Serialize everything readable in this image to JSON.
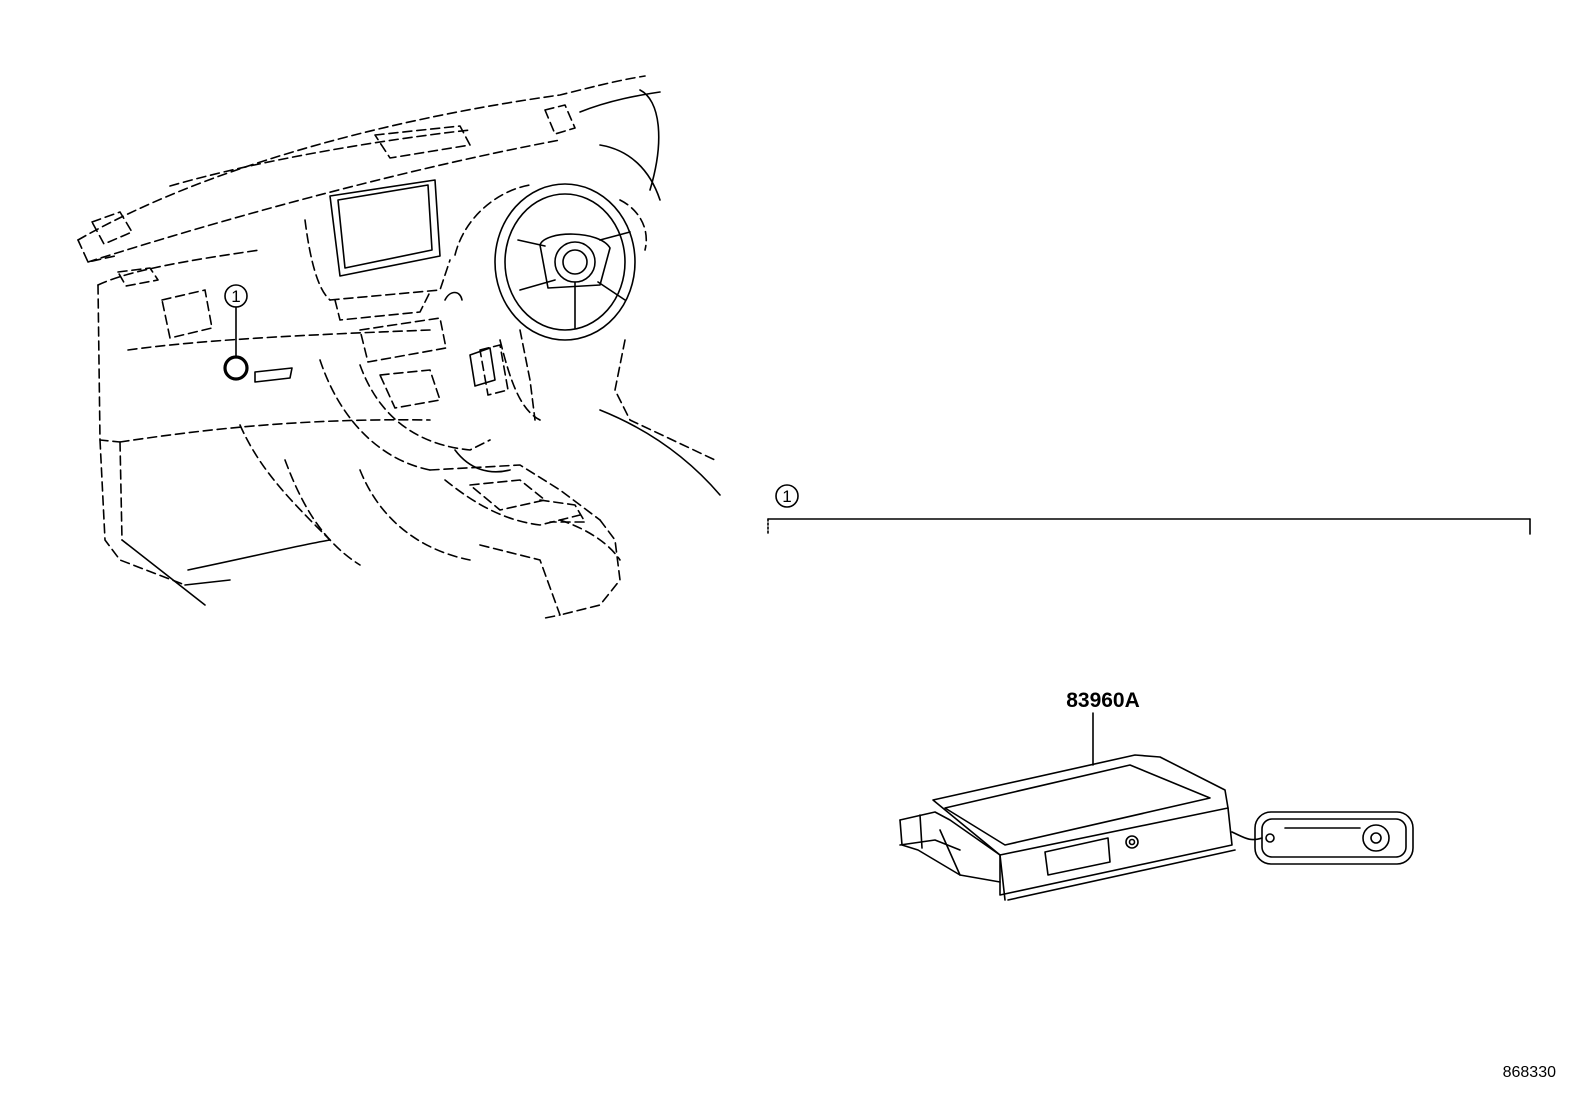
{
  "diagram": {
    "callout_number": "1",
    "part_label": "83960A",
    "figure_number": "868330"
  }
}
